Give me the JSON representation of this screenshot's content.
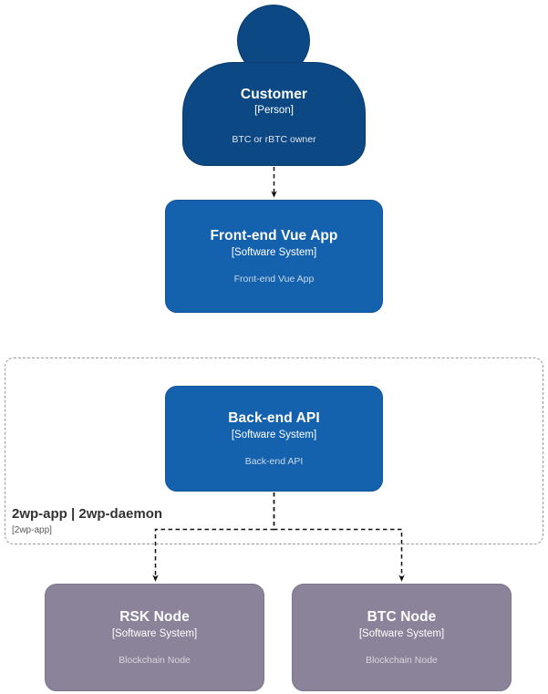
{
  "diagram": {
    "type": "c4-system-context",
    "background": "#ffffff",
    "colors": {
      "person": "#0b4884",
      "software_system": "#1461ae",
      "external_node": "#8b8399",
      "boundary_border": "#9a9a9a",
      "connector": "#1a1a1a",
      "title_text": "#ffffff",
      "description_text": "#d7dde6",
      "boundary_text": "#333333"
    }
  },
  "nodes": {
    "customer": {
      "title": "Customer",
      "subtitle": "[Person]",
      "description": "BTC or rBTC owner",
      "shape": "person",
      "color": "#0b4884"
    },
    "frontend": {
      "title": "Front-end Vue App",
      "subtitle": "[Software System]",
      "description": "Front-end Vue App",
      "shape": "box",
      "color": "#1461ae"
    },
    "backend": {
      "title": "Back-end API",
      "subtitle": "[Software System]",
      "description": "Back-end API",
      "shape": "box",
      "color": "#1461ae"
    },
    "rsk_node": {
      "title": "RSK Node",
      "subtitle": "[Software System]",
      "description": "Blockchain Node",
      "shape": "box",
      "color": "#8b8399"
    },
    "btc_node": {
      "title": "BTC Node",
      "subtitle": "[Software System]",
      "description": "Blockchain Node",
      "shape": "box",
      "color": "#8b8399"
    }
  },
  "boundary": {
    "title": "2wp-app | 2wp-daemon",
    "subtitle": "[2wp-app]",
    "style": "dashed"
  },
  "relationships": [
    {
      "from": "customer",
      "to": "frontend",
      "label": "",
      "style": "dashed-arrow"
    },
    {
      "from": "backend",
      "to": "rsk_node",
      "label": "",
      "style": "dashed-arrow"
    },
    {
      "from": "backend",
      "to": "btc_node",
      "label": "",
      "style": "dashed-arrow"
    }
  ]
}
